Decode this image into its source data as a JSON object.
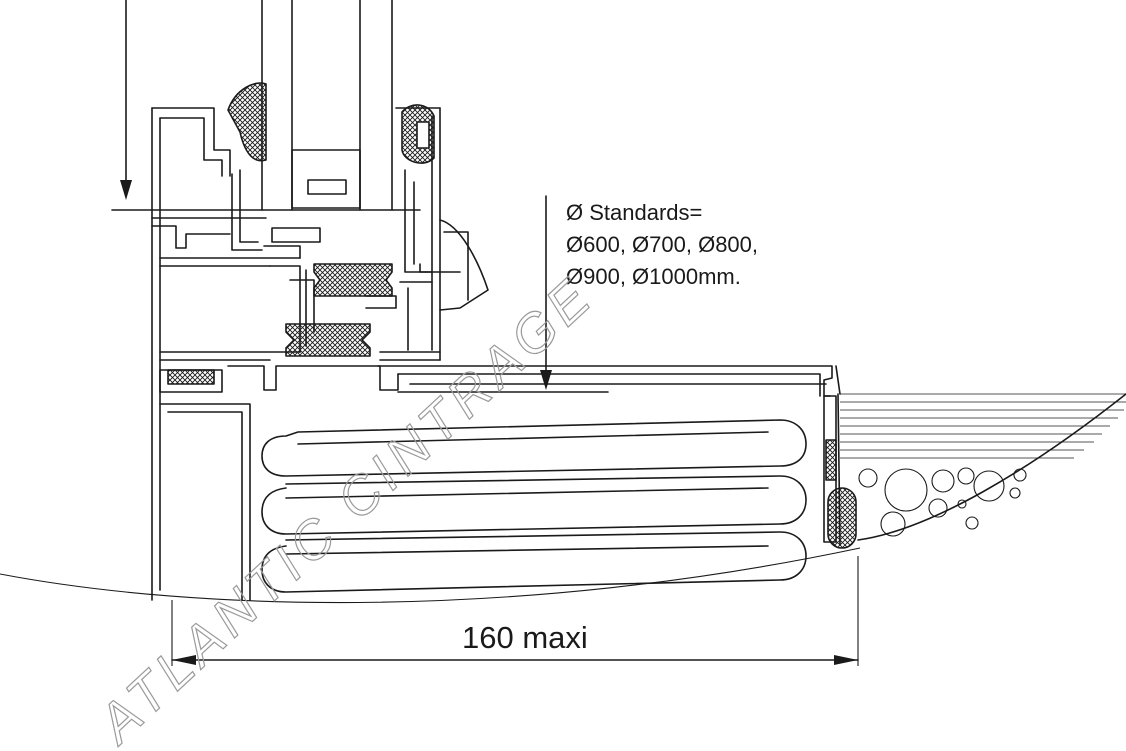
{
  "annotation": {
    "diameter_lines": [
      "Ø Standards=",
      "Ø600, Ø700, Ø800,",
      "Ø900, Ø1000mm."
    ]
  },
  "dimension": {
    "label": "160 maxi"
  },
  "watermark": {
    "text": "ATLANTIC CINTRAGE"
  }
}
